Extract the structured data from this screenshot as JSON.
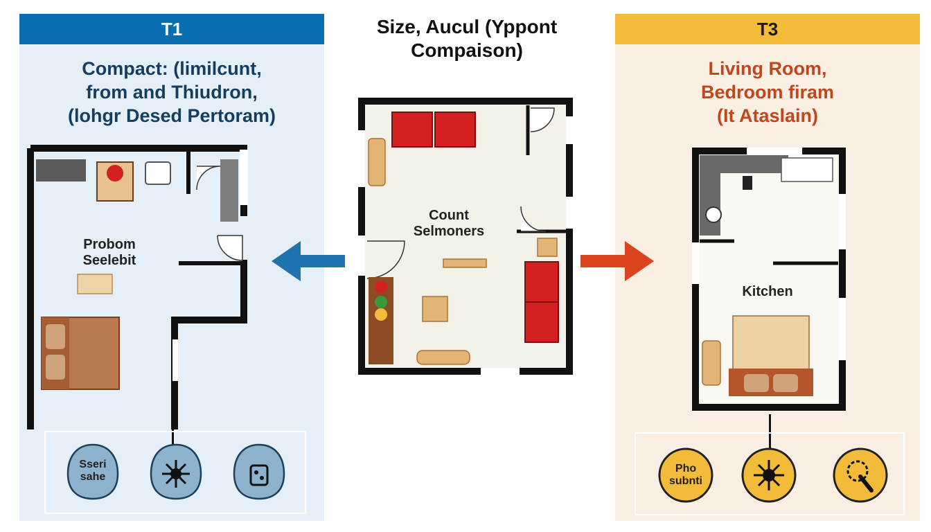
{
  "center": {
    "title_line1": "Size, Aucul (Yppont",
    "title_line2": "Compaison)",
    "room_label_1": "Count",
    "room_label_2": "Selmoners"
  },
  "left_panel": {
    "header": "T1",
    "subtitle_line1": "Compact: (limilcunt,",
    "subtitle_line2": "from and Thiudron,",
    "subtitle_line3": "(lohgr Desed Pertoram)",
    "room_label_1": "Probom",
    "room_label_2": "Seelebit",
    "badge1_line1": "Sseri",
    "badge1_line2": "sahe"
  },
  "right_panel": {
    "header": "T3",
    "subtitle_line1": "Living Room,",
    "subtitle_line2": "Bedroom firam",
    "subtitle_line3": "(It Ataslain)",
    "room_label": "Kitchen",
    "badge1_line1": "Pho",
    "badge1_line2": "subnti"
  },
  "colors": {
    "left_accent": "#0a6fb0",
    "right_accent": "#f2bb3a",
    "right_text": "#c2461c",
    "arrow_left": "#1f74b0",
    "arrow_right": "#d9431e",
    "wall": "#111111",
    "sofa_red": "#d42020",
    "bed_brown": "#a9673f"
  },
  "icons": [
    "arrow-left-icon",
    "arrow-right-icon",
    "virus-icon",
    "settings-hand-icon",
    "puzzle-icon"
  ]
}
